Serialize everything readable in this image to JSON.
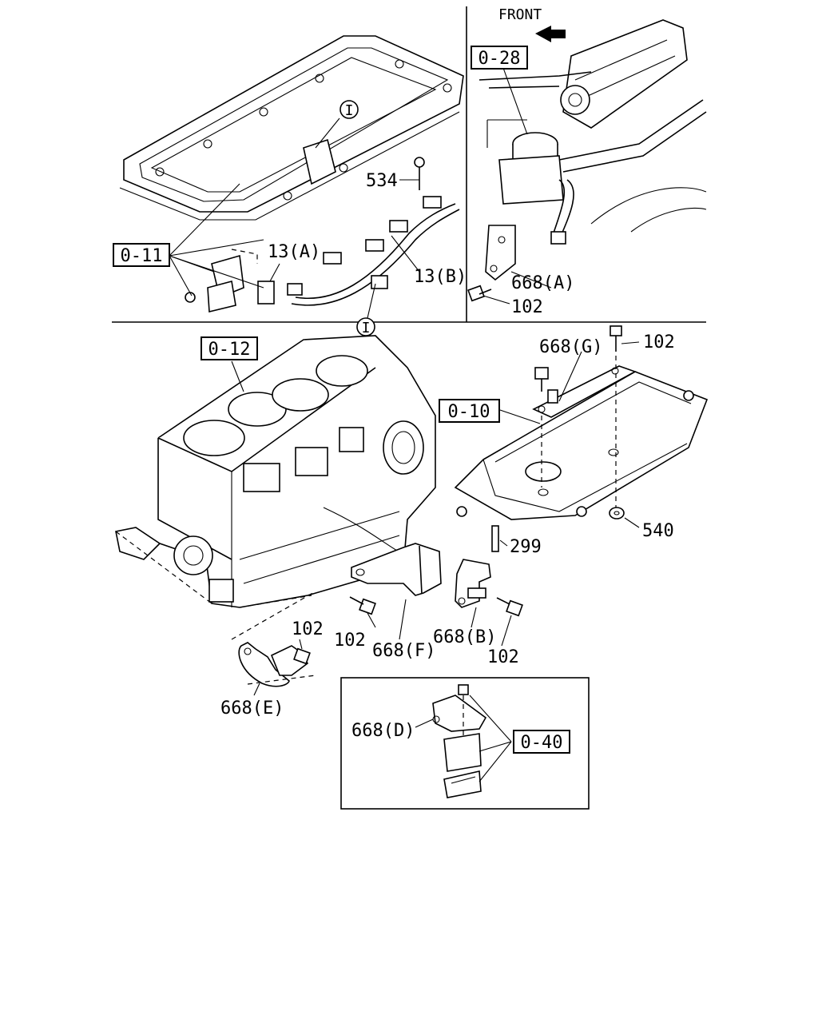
{
  "top_left": {
    "ref_box": "0-11",
    "labels": {
      "534": "534",
      "13a": "13(A)",
      "13b": "13(B)",
      "marker_i_1": "I",
      "marker_i_2": "I"
    }
  },
  "top_right": {
    "front_label": "FRONT",
    "ref_box": "0-28",
    "labels": {
      "668a": "668(A)",
      "102": "102"
    }
  },
  "bottom": {
    "ref_block": "0-12",
    "ref_pan": "0-10",
    "labels": {
      "668g": "668(G)",
      "102_top": "102",
      "299": "299",
      "540": "540",
      "102_left": "102",
      "668f": "668(F)",
      "668b": "668(B)",
      "102_right": "102",
      "102_lower": "102",
      "668e": "668(E)"
    }
  },
  "inset": {
    "ref_box": "0-40",
    "label_668d": "668(D)"
  }
}
